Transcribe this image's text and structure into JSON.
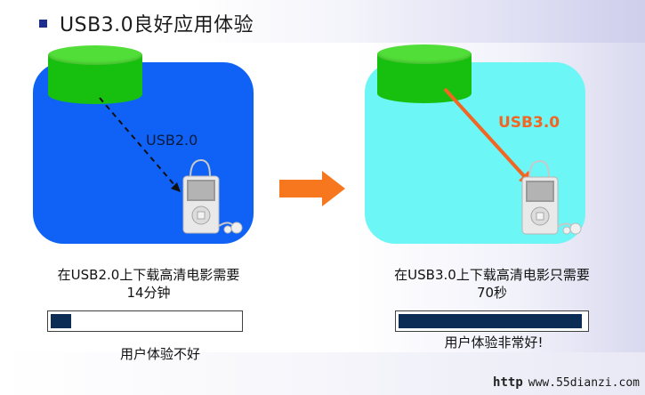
{
  "slide": {
    "title": "USB3.0良好应用体验"
  },
  "left": {
    "link_label": "USB2.0",
    "caption_line1": "在USB2.0上下载高清电影需要",
    "caption_line2": "14分钟",
    "progress_fraction": 0.11,
    "verdict": "用户体验不好"
  },
  "right": {
    "link_label": "USB3.0",
    "caption_line1": "在USB3.0上下载高清电影只需要",
    "caption_line2": "70秒",
    "progress_fraction": 0.98,
    "verdict": "用户体验非常好!"
  },
  "watermark": {
    "logo": "http",
    "text": "www.55dianzi.com"
  },
  "colors": {
    "left_panel": "#0f62f5",
    "right_panel": "#6cf6f6",
    "cylinder": "#17c00f",
    "usb3_accent": "#f26522",
    "progress_fill": "#0b2d55"
  }
}
